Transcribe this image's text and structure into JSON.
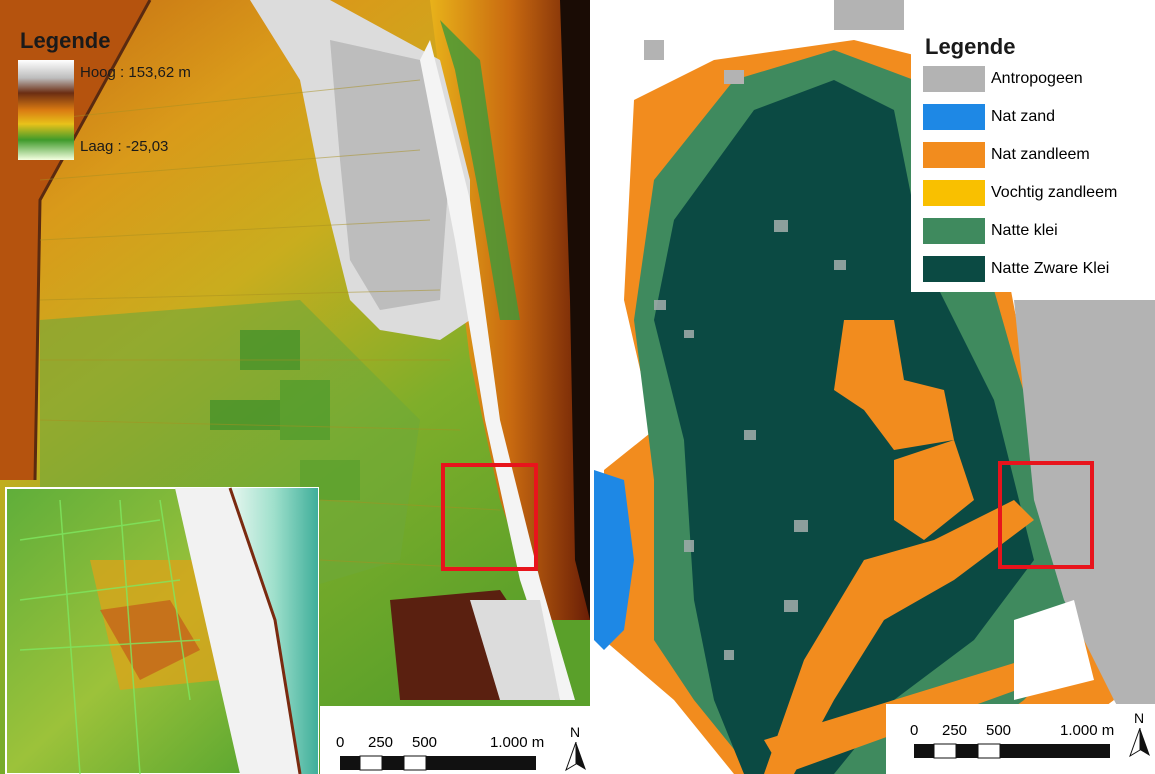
{
  "left_map": {
    "legend": {
      "title": "Legende",
      "high_label": "Hoog : 153,62 m",
      "low_label": "Laag : -25,03"
    },
    "scale": {
      "ticks": [
        "0",
        "250",
        "500",
        "1.000 m"
      ]
    },
    "north_label": "N"
  },
  "right_map": {
    "legend": {
      "title": "Legende",
      "items": [
        {
          "label": "Antropogeen",
          "color": "#b3b3b3"
        },
        {
          "label": "Nat zand",
          "color": "#1e88e5"
        },
        {
          "label": "Nat zandleem",
          "color": "#f28c1e"
        },
        {
          "label": "Vochtig zandleem",
          "color": "#f9c000"
        },
        {
          "label": "Natte klei",
          "color": "#3f8a5e"
        },
        {
          "label": "Natte Zware Klei",
          "color": "#0b4a43"
        }
      ]
    },
    "scale": {
      "ticks": [
        "0",
        "250",
        "500",
        "1.000 m"
      ]
    },
    "north_label": "N"
  },
  "colors": {
    "highlight": "#e8141c"
  }
}
